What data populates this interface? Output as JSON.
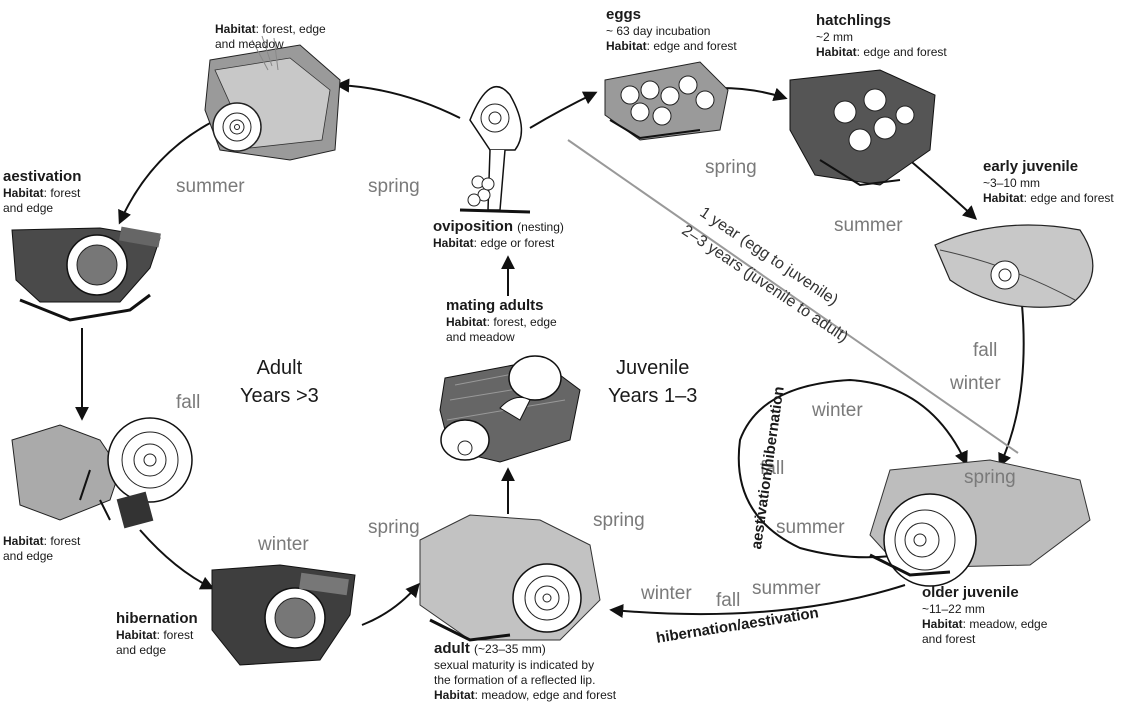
{
  "stages": {
    "eggs": {
      "title": "eggs",
      "note": "~ 63 day incubation",
      "habitat_key": "Habitat",
      "habitat": ": edge and forest"
    },
    "hatchlings": {
      "title": "hatchlings",
      "note": "~2 mm",
      "habitat_key": "Habitat",
      "habitat": ": edge and forest"
    },
    "early_juvenile": {
      "title": "early juvenile",
      "note": "~3–10 mm",
      "habitat_key": "Habitat",
      "habitat": ": edge and forest"
    },
    "older_juvenile": {
      "title": "older juvenile",
      "note": "~11–22 mm",
      "habitat_key": "Habitat",
      "habitat_1": ": meadow, edge",
      "habitat_2": "and forest"
    },
    "adult": {
      "title": "adult",
      "size": "(~23–35 mm)",
      "note_1": "sexual maturity is indicated by",
      "note_2": "the formation of a reflected lip.",
      "habitat_key": "Habitat",
      "habitat": ": meadow, edge and forest"
    },
    "hibernation": {
      "title": "hibernation",
      "habitat_key": "Habitat",
      "habitat_1": ": forest",
      "habitat_2": "and edge"
    },
    "aestivation": {
      "title": "aestivation",
      "habitat_key": "Habitat",
      "habitat_1": ": forest",
      "habitat_2": "and edge"
    },
    "aestivation_fall": {
      "habitat_key": "Habitat",
      "habitat_1": ": forest",
      "habitat_2": "and edge"
    },
    "spring_adult": {
      "habitat_key": "Habitat",
      "habitat_1": ": forest, edge",
      "habitat_2": "and meadow"
    },
    "mating_adults": {
      "title": "mating adults",
      "habitat_key": "Habitat",
      "habitat_1": ": forest, edge",
      "habitat_2": "and meadow"
    },
    "oviposition": {
      "title": "oviposition",
      "title_note": "(nesting)",
      "habitat_key": "Habitat",
      "habitat": ": edge or forest"
    }
  },
  "phases": {
    "adult": {
      "name": "Adult",
      "years": "Years >3"
    },
    "juvenile": {
      "name": "Juvenile",
      "years": "Years 1–3"
    }
  },
  "seasons": {
    "summer_top_left": "summer",
    "spring_top_left": "spring",
    "spring_top_right": "spring",
    "summer_right": "summer",
    "fall_right": "fall",
    "winter_right": "winter",
    "fall_left": "fall",
    "winter_bottom_left": "winter",
    "spring_bottom_center": "spring",
    "spring_bottom_right": "spring",
    "winter_bottom": "winter",
    "fall_bottom": "fall",
    "summer_bottom": "summer",
    "winter_loop": "winter",
    "fall_loop": "fall",
    "summer_loop": "summer",
    "spring_loop": "spring"
  },
  "arc_labels": {
    "loop": "aestivation/hibernation",
    "bottom": "hibernation/aestivation"
  },
  "durations": {
    "line_1": "1 year (egg to juvenile)",
    "line_2": "2–3 years (juvenile to adult)"
  }
}
